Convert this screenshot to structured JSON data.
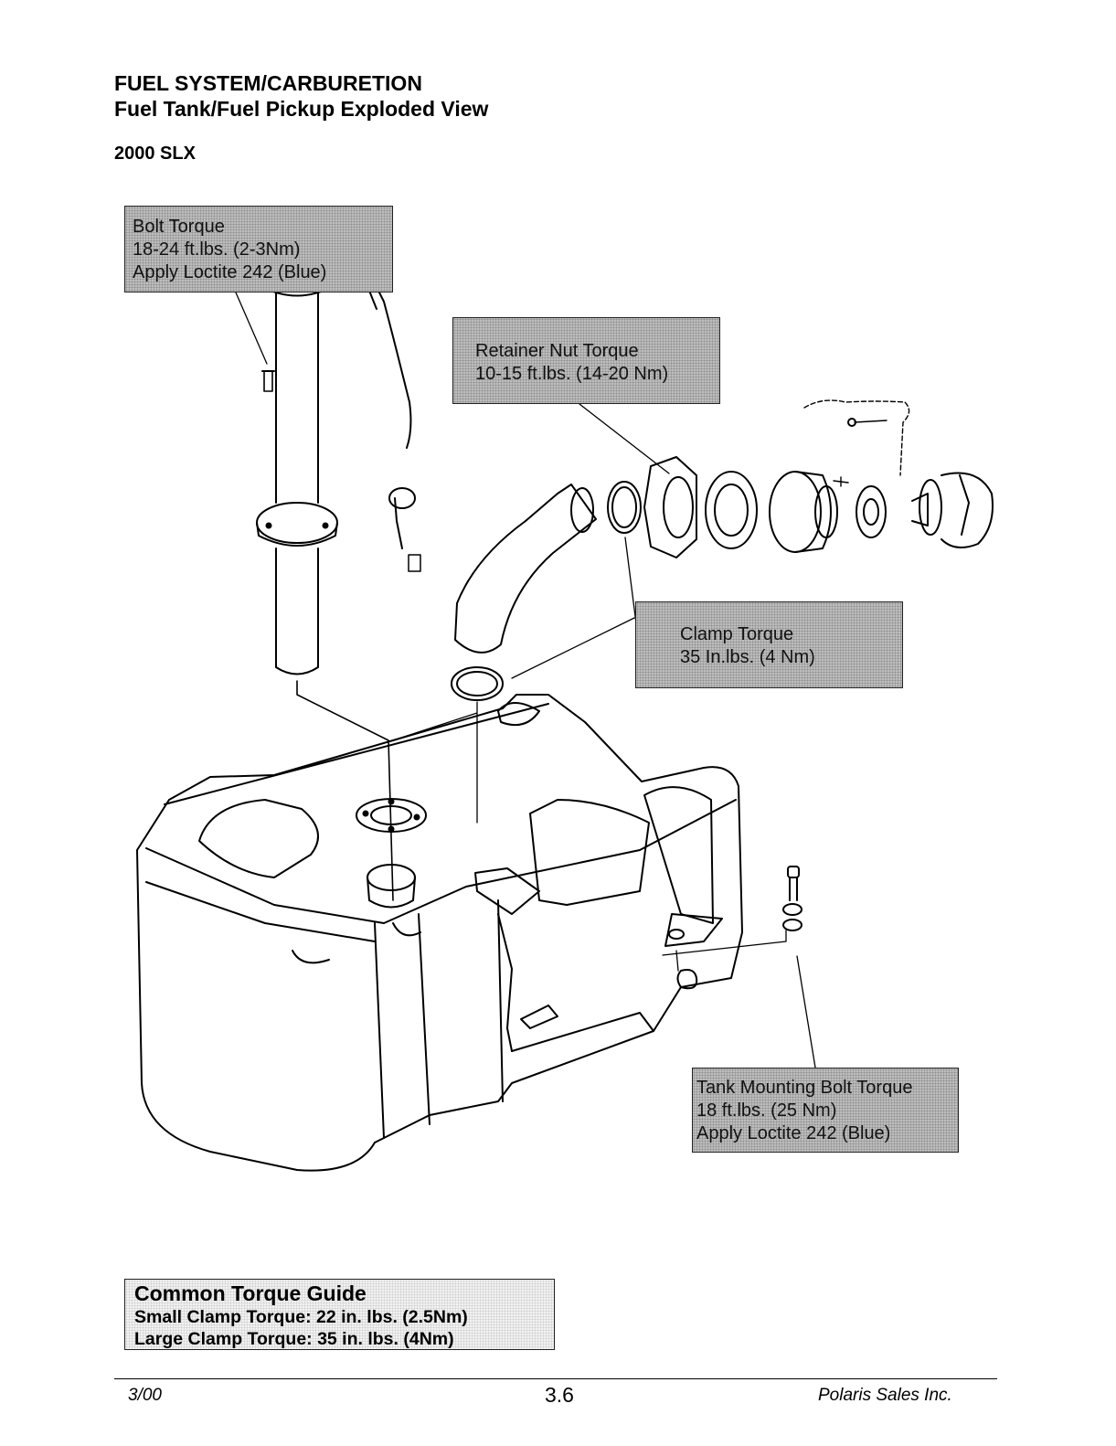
{
  "header": {
    "section": "FUEL SYSTEM/CARBURETION",
    "title": "Fuel Tank/Fuel Pickup Exploded View",
    "model": "2000 SLX"
  },
  "callouts": {
    "bolt": [
      "Bolt Torque",
      "18-24 ft.lbs. (2-3Nm)",
      "Apply Loctite 242 (Blue)"
    ],
    "retainer": [
      "Retainer Nut Torque",
      "10-15 ft.lbs. (14-20 Nm)"
    ],
    "clamp": [
      "Clamp Torque",
      "35 In.lbs. (4 Nm)"
    ],
    "tank": [
      "Tank Mounting Bolt Torque",
      "18 ft.lbs. (25 Nm)",
      "Apply Loctite 242 (Blue)"
    ]
  },
  "torque_guide": {
    "title": "Common Torque Guide",
    "lines": [
      "Small Clamp Torque: 22 in. lbs. (2.5Nm)",
      "Large Clamp Torque:  35 in. lbs. (4Nm)"
    ]
  },
  "footer": {
    "date": "3/00",
    "page": "3.6",
    "company": "Polaris Sales Inc."
  }
}
